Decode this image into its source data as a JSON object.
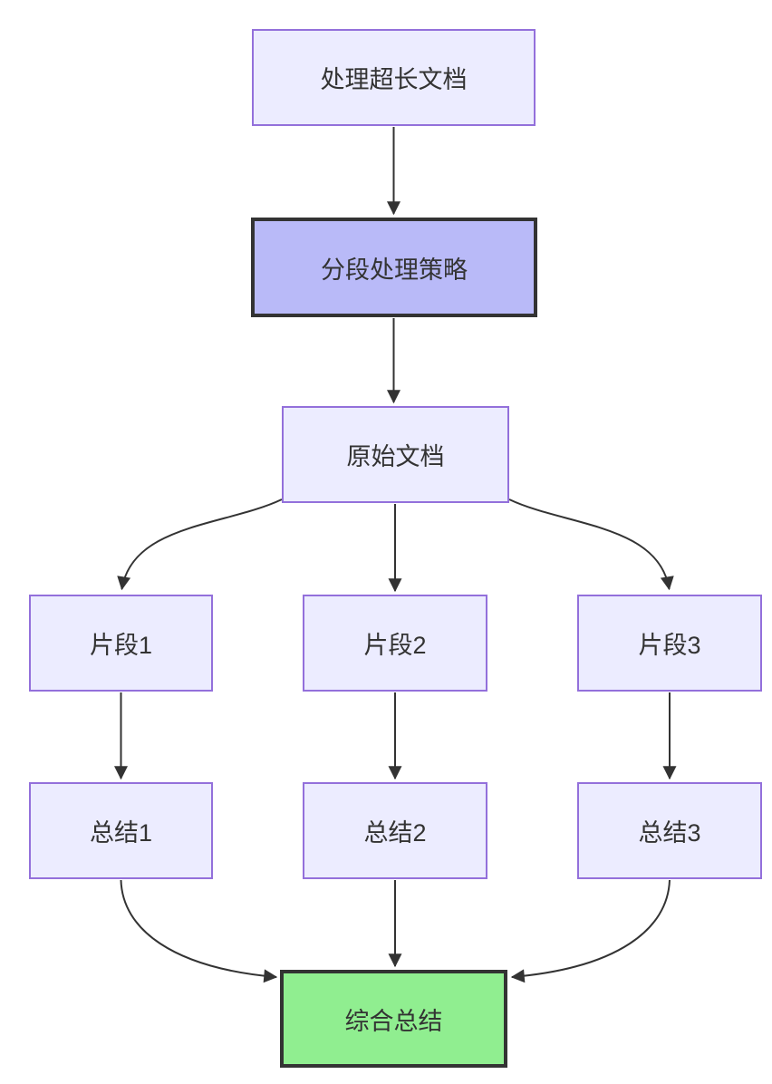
{
  "diagram": {
    "type": "flowchart",
    "direction": "top-down",
    "nodes": [
      {
        "id": "A",
        "label": "处理超长文档",
        "style": "default"
      },
      {
        "id": "B",
        "label": "分段处理策略",
        "style": "highlight"
      },
      {
        "id": "C",
        "label": "原始文档",
        "style": "default"
      },
      {
        "id": "D1",
        "label": "片段1",
        "style": "default"
      },
      {
        "id": "D2",
        "label": "片段2",
        "style": "default"
      },
      {
        "id": "D3",
        "label": "片段3",
        "style": "default"
      },
      {
        "id": "E1",
        "label": "总结1",
        "style": "default"
      },
      {
        "id": "E2",
        "label": "总结2",
        "style": "default"
      },
      {
        "id": "E3",
        "label": "总结3",
        "style": "default"
      },
      {
        "id": "F",
        "label": "综合总结",
        "style": "success"
      }
    ],
    "edges": [
      {
        "from": "处理超长文档",
        "to": "分段处理策略"
      },
      {
        "from": "分段处理策略",
        "to": "原始文档"
      },
      {
        "from": "原始文档",
        "to": "片段1"
      },
      {
        "from": "原始文档",
        "to": "片段2"
      },
      {
        "from": "原始文档",
        "to": "片段3"
      },
      {
        "from": "片段1",
        "to": "总结1"
      },
      {
        "from": "片段2",
        "to": "总结2"
      },
      {
        "from": "片段3",
        "to": "总结3"
      },
      {
        "from": "总结1",
        "to": "综合总结"
      },
      {
        "from": "总结2",
        "to": "综合总结"
      },
      {
        "from": "总结3",
        "to": "综合总结"
      }
    ]
  },
  "colors": {
    "background": "#ffffff",
    "node_fill": "#ececff",
    "node_border": "#9370db",
    "highlight_fill": "#b9baf8",
    "success_fill": "#90ee90",
    "strong_border": "#333333",
    "edge": "#333333",
    "text": "#333333"
  }
}
